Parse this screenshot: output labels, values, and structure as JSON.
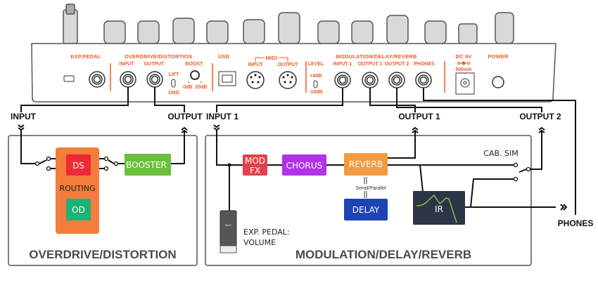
{
  "panel": {
    "exp_pedal": "EXP.PEDAL",
    "od_title": "OVERDRIVE/DISTORTION",
    "od_input": "INPUT",
    "od_output": "OUTPUT",
    "lift": "LIFT",
    "gnd": "GND",
    "boost": "BOOST",
    "boost_0": "0dB",
    "boost_20": "20dB",
    "usb": "USB",
    "midi": "MIDI",
    "midi_input": "INPUT",
    "midi_output": "OUTPUT",
    "level": "LEVEL",
    "level_hi": "+4dB",
    "level_lo": "-10dB",
    "mod_title": "MODULATION/DELAY/REVERB",
    "input1": "INPUT 1",
    "output1": "OUTPUT 1",
    "output2": "OUTPUT 2",
    "phones": "PHONES",
    "dc": "DC 9V",
    "ma": "500mA",
    "power": "POWER"
  },
  "connections": {
    "input": "INPUT",
    "output": "OUTPUT",
    "input1": "INPUT 1",
    "output1": "OUTPUT 1",
    "output2": "OUTPUT 2",
    "phones": "PHONES"
  },
  "od_section": {
    "title": "OVERDRIVE/DISTORTION",
    "ds": "DS",
    "od": "OD",
    "routing": "ROUTING",
    "booster": "BOOSTER"
  },
  "mod_section": {
    "title": "MODULATION/DELAY/REVERB",
    "mod_fx_1": "MOD",
    "mod_fx_2": "FX",
    "chorus": "CHORUS",
    "reverb": "REVERB",
    "delay": "DELAY",
    "serial_parallel": "Serial/Parallel",
    "ir": "IR",
    "cab_sim": "CAB. SIM",
    "exp_1": "EXP. PEDAL:",
    "exp_2": "VOLUME",
    "pedal_logo": "NUX"
  },
  "colors": {
    "panel_label": "#f05a24",
    "routing": "#f47c3c",
    "ds": "#ee2a34",
    "od": "#1db374",
    "booster": "#6cbf3c",
    "mod_fx": "#e2414d",
    "chorus": "#b232e6",
    "reverb": "#f39a40",
    "delay": "#1e44b4",
    "ir": "#2b3547"
  }
}
